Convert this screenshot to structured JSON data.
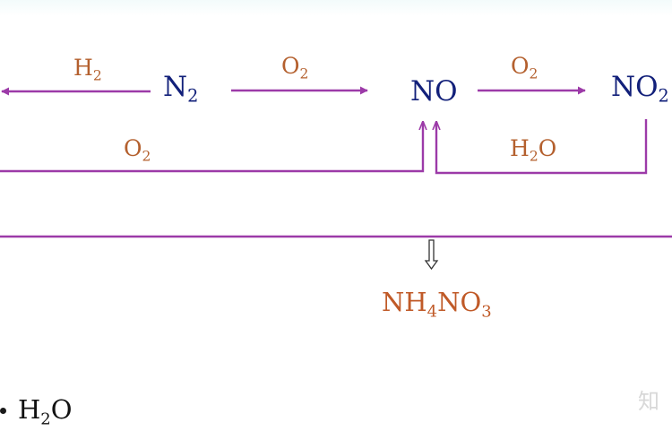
{
  "species": {
    "n2": {
      "base": "N",
      "sub": "2"
    },
    "no": {
      "base": "NO",
      "sub": ""
    },
    "no2": {
      "base": "NO",
      "sub": "2"
    },
    "nh4no3": {
      "p1": "NH",
      "s1": "4",
      "p2": "NO",
      "s2": "3"
    },
    "h2o_bottom": {
      "p1": "H",
      "s1": "2",
      "p2": "O"
    }
  },
  "reagents": {
    "h2": {
      "base": "H",
      "sub": "2"
    },
    "o2_a": {
      "base": "O",
      "sub": "2"
    },
    "o2_b": {
      "base": "O",
      "sub": "2"
    },
    "o2_c": {
      "base": "O",
      "sub": "2"
    },
    "h2o": {
      "p1": "H",
      "s1": "2",
      "p2": "O"
    }
  },
  "watermark": "知",
  "colors": {
    "arrow": "#9c3aa8",
    "reagent": "#b4602e",
    "species": "#12207a",
    "product": "#c05a28"
  }
}
